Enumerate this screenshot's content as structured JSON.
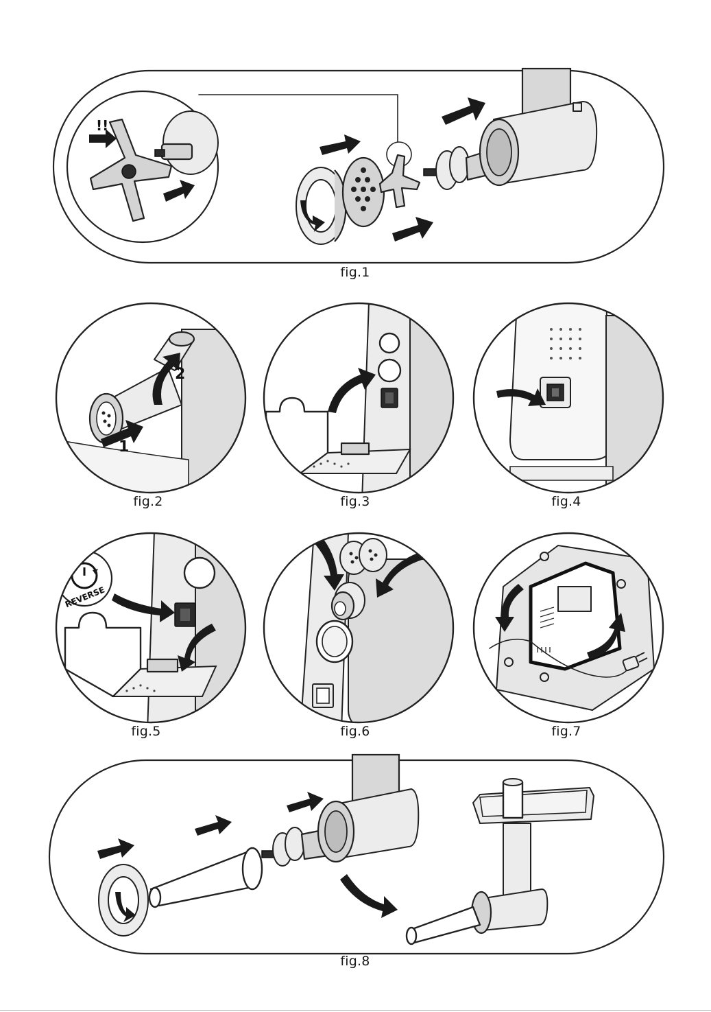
{
  "figures": {
    "fig1": {
      "caption": "fig.1",
      "warning_mark": "!!"
    },
    "fig2": {
      "caption": "fig.2",
      "step_1": "1",
      "step_2": "2"
    },
    "fig3": {
      "caption": "fig.3"
    },
    "fig4": {
      "caption": "fig.4"
    },
    "fig5": {
      "caption": "fig.5",
      "reverse_label": "REVERSE"
    },
    "fig6": {
      "caption": "fig.6"
    },
    "fig7": {
      "caption": "fig.7"
    },
    "fig8": {
      "caption": "fig.8"
    }
  }
}
